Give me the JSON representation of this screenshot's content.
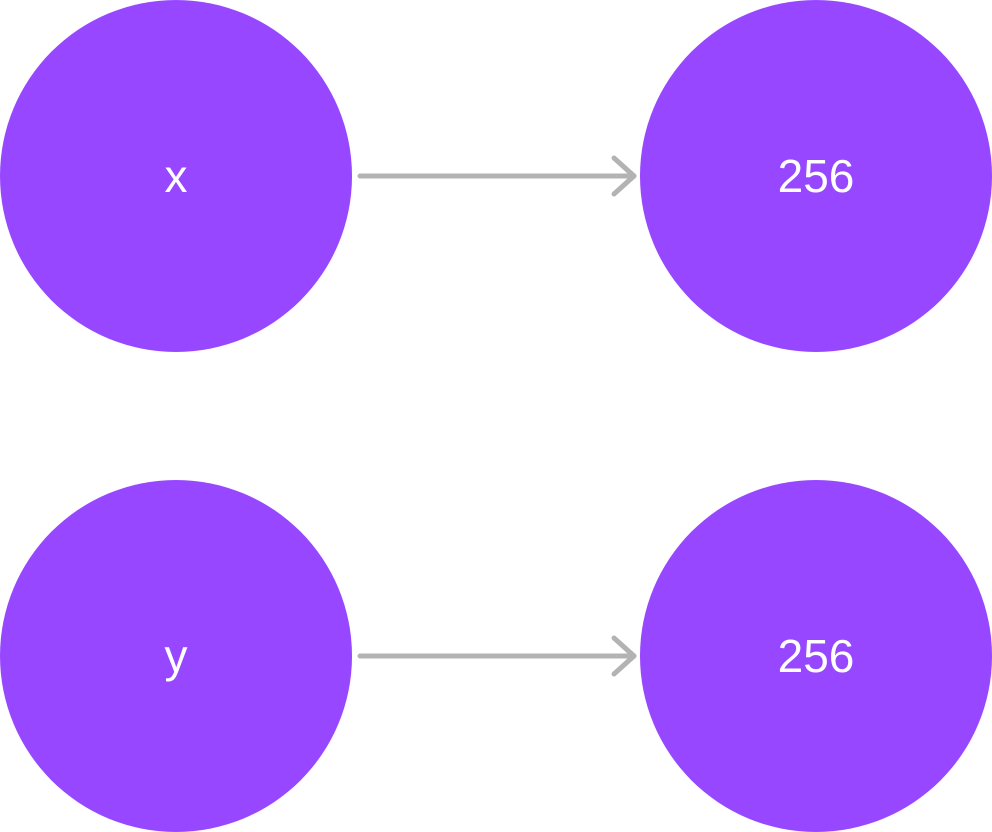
{
  "colors": {
    "node_fill": "#9747FF",
    "node_text": "#FFFFFF",
    "arrow": "#B3B3B3"
  },
  "nodes": [
    {
      "id": "x",
      "label": "x"
    },
    {
      "id": "x_value",
      "label": "256"
    },
    {
      "id": "y",
      "label": "y"
    },
    {
      "id": "y_value",
      "label": "256"
    }
  ],
  "edges": [
    {
      "from": "x",
      "to": "x_value"
    },
    {
      "from": "y",
      "to": "y_value"
    }
  ]
}
